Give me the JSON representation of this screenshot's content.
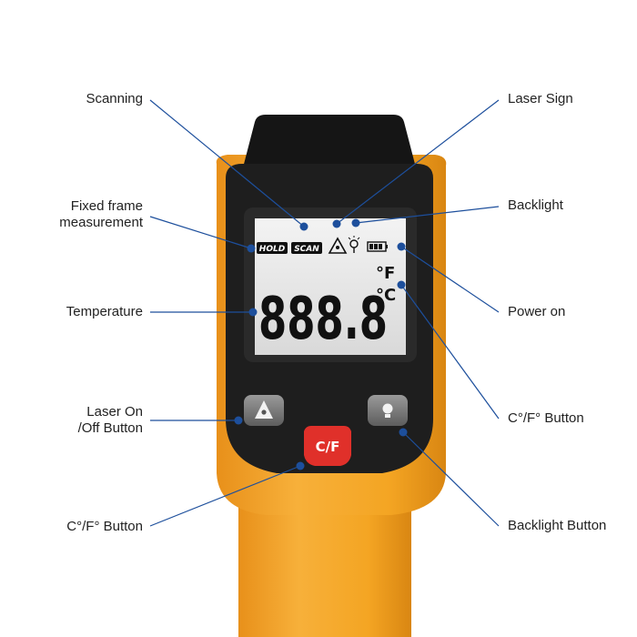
{
  "device": {
    "lcd": {
      "hold": "HOLD",
      "scan": "SCAN",
      "reading": "888.8",
      "unit_f": "°F",
      "unit_c": "°C"
    },
    "buttons": {
      "unit_toggle": "C/F"
    }
  },
  "callouts": {
    "scanning": "Scanning",
    "fixed_frame_line1": "Fixed frame",
    "fixed_frame_line2": "measurement",
    "temperature": "Temperature",
    "laser_onoff_line1": "Laser On",
    "laser_onoff_line2": "/Off Button",
    "cf_button_left": "C°/F° Button",
    "laser_sign": "Laser Sign",
    "backlight": "Backlight",
    "power_on": "Power on",
    "cf_button_right": "C°/F° Button",
    "backlight_button": "Backlight Button"
  },
  "colors": {
    "housing_yellow": "#f5a623",
    "body_black": "#1c1c1c",
    "lcd_bg": "#e6e6e6",
    "button_red": "#e0302a",
    "pointer_blue": "#1d4f9c"
  }
}
